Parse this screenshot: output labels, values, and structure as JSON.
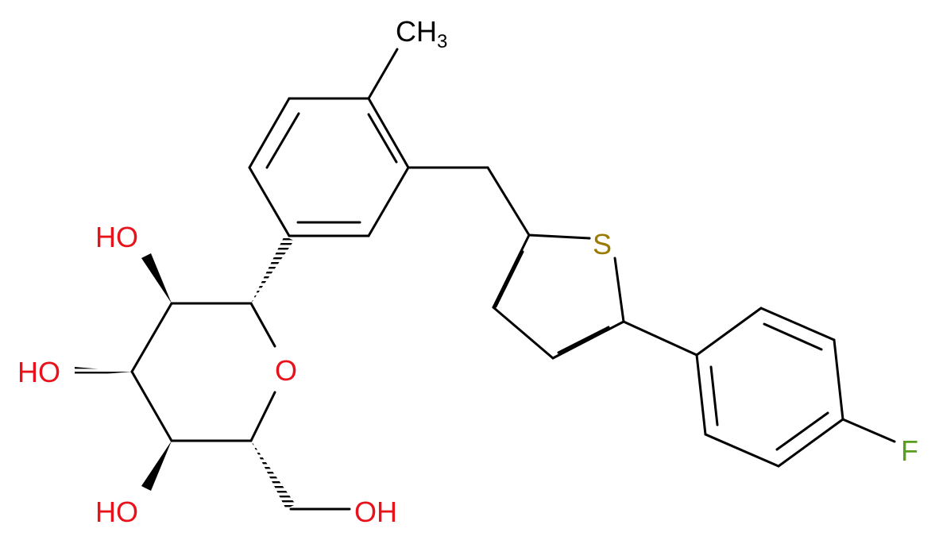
{
  "molecule": {
    "atoms": {
      "methyl": {
        "label": "CH",
        "sub": "3"
      },
      "sulfur": {
        "label": "S"
      },
      "fluorine": {
        "label": "F"
      },
      "ring_oxygen": {
        "label": "O"
      },
      "hydroxyl_c2": {
        "label": "HO"
      },
      "hydroxyl_c3": {
        "label": "HO"
      },
      "hydroxyl_c4": {
        "label": "HO"
      },
      "hydroxyl_ch2": {
        "label": "OH"
      }
    }
  },
  "colors": {
    "bond": "#000000",
    "carbon_label": "#000000",
    "oxygen": "#e8121b",
    "sulfur": "#9a7a00",
    "fluorine": "#5a9e1e"
  }
}
